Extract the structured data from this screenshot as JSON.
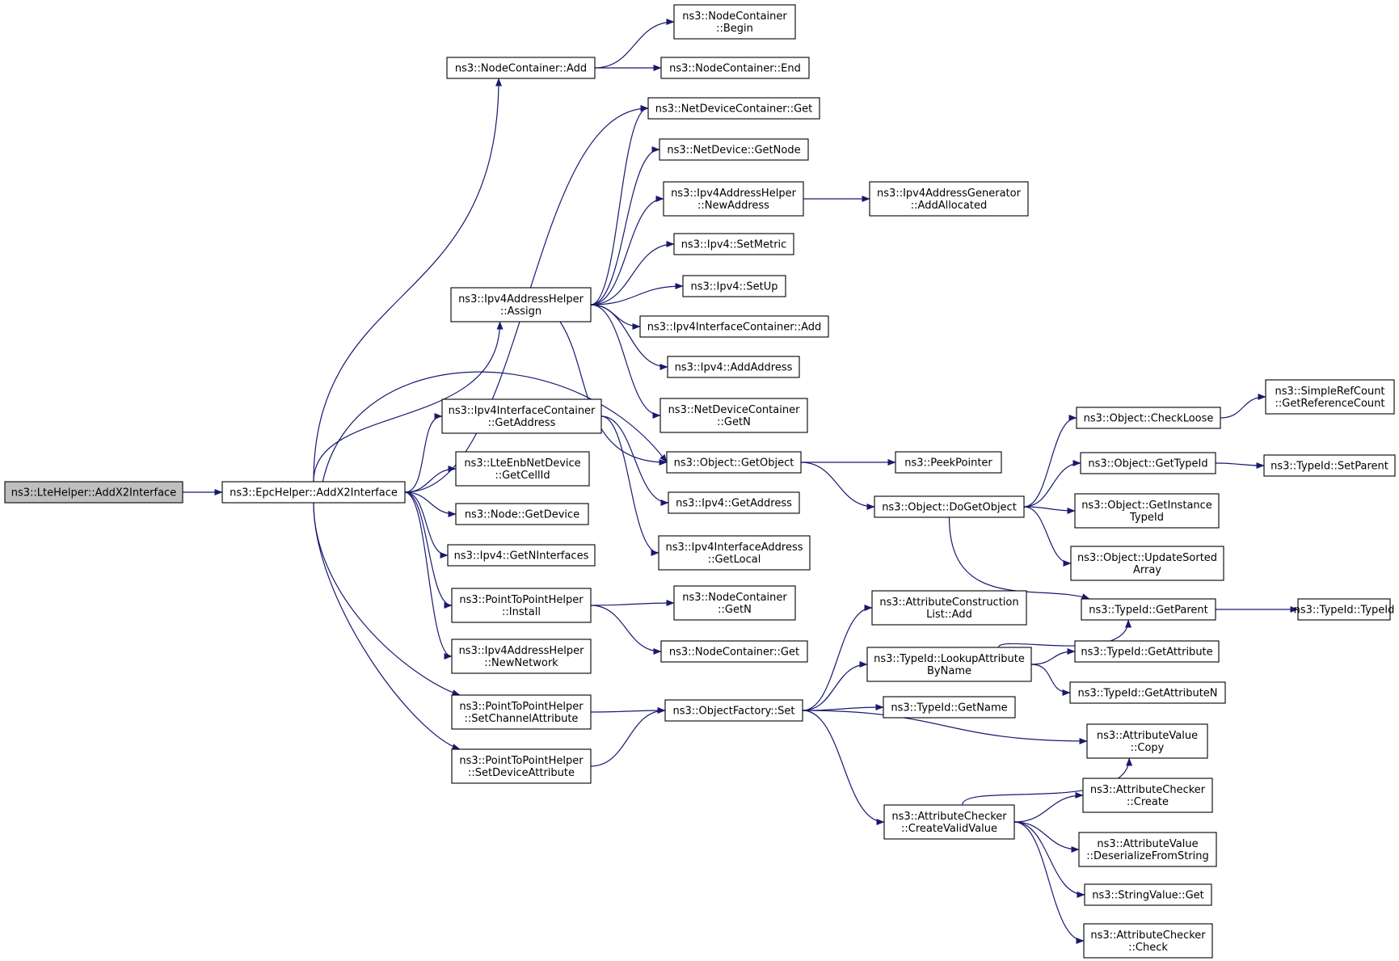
{
  "diagram": {
    "type": "call-graph",
    "root": "n_lte",
    "colors": {
      "edge": "#191970",
      "root_fill": "#bfbfbf",
      "node_fill": "#ffffff",
      "node_border": "#000000"
    },
    "nodes": [
      {
        "id": "n_lte",
        "lines": [
          "ns3::LteHelper::AddX2Interface"
        ],
        "root": true
      },
      {
        "id": "n_epc",
        "lines": [
          "ns3::EpcHelper::AddX2Interface"
        ]
      },
      {
        "id": "n_nc_add",
        "lines": [
          "ns3::NodeContainer::Add"
        ]
      },
      {
        "id": "n_nc_begin",
        "lines": [
          "ns3::NodeContainer",
          "::Begin"
        ]
      },
      {
        "id": "n_nc_end",
        "lines": [
          "ns3::NodeContainer::End"
        ]
      },
      {
        "id": "n_ndc_get",
        "lines": [
          "ns3::NetDeviceContainer::Get"
        ]
      },
      {
        "id": "n_nd_getnode",
        "lines": [
          "ns3::NetDevice::GetNode"
        ]
      },
      {
        "id": "n_iah_newaddr",
        "lines": [
          "ns3::Ipv4AddressHelper",
          "::NewAddress"
        ]
      },
      {
        "id": "n_iag_alloc",
        "lines": [
          "ns3::Ipv4AddressGenerator",
          "::AddAllocated"
        ]
      },
      {
        "id": "n_ipv4_setmetric",
        "lines": [
          "ns3::Ipv4::SetMetric"
        ]
      },
      {
        "id": "n_ipv4_setup",
        "lines": [
          "ns3::Ipv4::SetUp"
        ]
      },
      {
        "id": "n_iah_assign",
        "lines": [
          "ns3::Ipv4AddressHelper",
          "::Assign"
        ]
      },
      {
        "id": "n_iic_add",
        "lines": [
          "ns3::Ipv4InterfaceContainer::Add"
        ]
      },
      {
        "id": "n_ipv4_addaddr",
        "lines": [
          "ns3::Ipv4::AddAddress"
        ]
      },
      {
        "id": "n_ndc_getn",
        "lines": [
          "ns3::NetDeviceContainer",
          "::GetN"
        ]
      },
      {
        "id": "n_iic_getaddr",
        "lines": [
          "ns3::Ipv4InterfaceContainer",
          "::GetAddress"
        ]
      },
      {
        "id": "n_obj_getobject",
        "lines": [
          "ns3::Object::GetObject"
        ]
      },
      {
        "id": "n_peek",
        "lines": [
          "ns3::PeekPointer"
        ]
      },
      {
        "id": "n_lte_cellid",
        "lines": [
          "ns3::LteEnbNetDevice",
          "::GetCellId"
        ]
      },
      {
        "id": "n_ipv4_getaddr",
        "lines": [
          "ns3::Ipv4::GetAddress"
        ]
      },
      {
        "id": "n_node_getdevice",
        "lines": [
          "ns3::Node::GetDevice"
        ]
      },
      {
        "id": "n_iaddr_getlocal",
        "lines": [
          "ns3::Ipv4InterfaceAddress",
          "::GetLocal"
        ]
      },
      {
        "id": "n_ipv4_getnif",
        "lines": [
          "ns3::Ipv4::GetNInterfaces"
        ]
      },
      {
        "id": "n_p2p_install",
        "lines": [
          "ns3::PointToPointHelper",
          "::Install"
        ]
      },
      {
        "id": "n_nc_getn",
        "lines": [
          "ns3::NodeContainer",
          "::GetN"
        ]
      },
      {
        "id": "n_nc_get",
        "lines": [
          "ns3::NodeContainer::Get"
        ]
      },
      {
        "id": "n_iah_newnet",
        "lines": [
          "ns3::Ipv4AddressHelper",
          "::NewNetwork"
        ]
      },
      {
        "id": "n_p2p_chattr",
        "lines": [
          "ns3::PointToPointHelper",
          "::SetChannelAttribute"
        ]
      },
      {
        "id": "n_p2p_devattr",
        "lines": [
          "ns3::PointToPointHelper",
          "::SetDeviceAttribute"
        ]
      },
      {
        "id": "n_of_set",
        "lines": [
          "ns3::ObjectFactory::Set"
        ]
      },
      {
        "id": "n_obj_checkloose",
        "lines": [
          "ns3::Object::CheckLoose"
        ]
      },
      {
        "id": "n_src_getref",
        "lines": [
          "ns3::SimpleRefCount",
          "::GetReferenceCount"
        ]
      },
      {
        "id": "n_obj_gettypeid",
        "lines": [
          "ns3::Object::GetTypeId"
        ]
      },
      {
        "id": "n_tid_setparent",
        "lines": [
          "ns3::TypeId::SetParent"
        ]
      },
      {
        "id": "n_obj_dogetobject",
        "lines": [
          "ns3::Object::DoGetObject"
        ]
      },
      {
        "id": "n_obj_getinst",
        "lines": [
          "ns3::Object::GetInstance",
          "TypeId"
        ]
      },
      {
        "id": "n_obj_updsorted",
        "lines": [
          "ns3::Object::UpdateSorted",
          "Array"
        ]
      },
      {
        "id": "n_acl_add",
        "lines": [
          "ns3::AttributeConstruction",
          "List::Add"
        ]
      },
      {
        "id": "n_tid_getparent",
        "lines": [
          "ns3::TypeId::GetParent"
        ]
      },
      {
        "id": "n_tid_typeid",
        "lines": [
          "ns3::TypeId::TypeId"
        ]
      },
      {
        "id": "n_tid_lookup",
        "lines": [
          "ns3::TypeId::LookupAttribute",
          "ByName"
        ]
      },
      {
        "id": "n_tid_getattr",
        "lines": [
          "ns3::TypeId::GetAttribute"
        ]
      },
      {
        "id": "n_tid_getattrn",
        "lines": [
          "ns3::TypeId::GetAttributeN"
        ]
      },
      {
        "id": "n_tid_getname",
        "lines": [
          "ns3::TypeId::GetName"
        ]
      },
      {
        "id": "n_av_copy",
        "lines": [
          "ns3::AttributeValue",
          "::Copy"
        ]
      },
      {
        "id": "n_ac_create",
        "lines": [
          "ns3::AttributeChecker",
          "::Create"
        ]
      },
      {
        "id": "n_ac_createvalid",
        "lines": [
          "ns3::AttributeChecker",
          "::CreateValidValue"
        ]
      },
      {
        "id": "n_av_deser",
        "lines": [
          "ns3::AttributeValue",
          "::DeserializeFromString"
        ]
      },
      {
        "id": "n_sv_get",
        "lines": [
          "ns3::StringValue::Get"
        ]
      },
      {
        "id": "n_ac_check",
        "lines": [
          "ns3::AttributeChecker",
          "::Check"
        ]
      }
    ],
    "edges": [
      [
        "n_lte",
        "n_epc"
      ],
      [
        "n_epc",
        "n_nc_add"
      ],
      [
        "n_epc",
        "n_ndc_get"
      ],
      [
        "n_epc",
        "n_iah_assign"
      ],
      [
        "n_epc",
        "n_iic_getaddr"
      ],
      [
        "n_epc",
        "n_obj_getobject"
      ],
      [
        "n_epc",
        "n_lte_cellid"
      ],
      [
        "n_epc",
        "n_node_getdevice"
      ],
      [
        "n_epc",
        "n_ipv4_getnif"
      ],
      [
        "n_epc",
        "n_p2p_install"
      ],
      [
        "n_epc",
        "n_iah_newnet"
      ],
      [
        "n_epc",
        "n_p2p_chattr"
      ],
      [
        "n_epc",
        "n_p2p_devattr"
      ],
      [
        "n_nc_add",
        "n_nc_begin"
      ],
      [
        "n_nc_add",
        "n_nc_end"
      ],
      [
        "n_iah_assign",
        "n_ndc_get"
      ],
      [
        "n_iah_assign",
        "n_nd_getnode"
      ],
      [
        "n_iah_assign",
        "n_iah_newaddr"
      ],
      [
        "n_iah_assign",
        "n_ipv4_setmetric"
      ],
      [
        "n_iah_assign",
        "n_ipv4_setup"
      ],
      [
        "n_iah_assign",
        "n_iic_add"
      ],
      [
        "n_iah_assign",
        "n_ipv4_addaddr"
      ],
      [
        "n_iah_assign",
        "n_ndc_getn"
      ],
      [
        "n_iah_assign",
        "n_obj_getobject"
      ],
      [
        "n_iah_newaddr",
        "n_iag_alloc"
      ],
      [
        "n_iic_getaddr",
        "n_ipv4_getaddr"
      ],
      [
        "n_iic_getaddr",
        "n_iaddr_getlocal"
      ],
      [
        "n_obj_getobject",
        "n_peek"
      ],
      [
        "n_obj_getobject",
        "n_obj_dogetobject"
      ],
      [
        "n_p2p_install",
        "n_nc_getn"
      ],
      [
        "n_p2p_install",
        "n_nc_get"
      ],
      [
        "n_p2p_chattr",
        "n_of_set"
      ],
      [
        "n_p2p_devattr",
        "n_of_set"
      ],
      [
        "n_obj_dogetobject",
        "n_obj_checkloose"
      ],
      [
        "n_obj_dogetobject",
        "n_obj_gettypeid"
      ],
      [
        "n_obj_dogetobject",
        "n_obj_getinst"
      ],
      [
        "n_obj_dogetobject",
        "n_obj_updsorted"
      ],
      [
        "n_obj_dogetobject",
        "n_tid_getparent"
      ],
      [
        "n_obj_checkloose",
        "n_src_getref"
      ],
      [
        "n_obj_gettypeid",
        "n_tid_setparent"
      ],
      [
        "n_of_set",
        "n_acl_add"
      ],
      [
        "n_of_set",
        "n_tid_lookup"
      ],
      [
        "n_of_set",
        "n_tid_getname"
      ],
      [
        "n_of_set",
        "n_av_copy"
      ],
      [
        "n_of_set",
        "n_ac_createvalid"
      ],
      [
        "n_tid_lookup",
        "n_tid_getparent"
      ],
      [
        "n_tid_lookup",
        "n_tid_getattr"
      ],
      [
        "n_tid_lookup",
        "n_tid_getattrn"
      ],
      [
        "n_tid_getparent",
        "n_tid_typeid"
      ],
      [
        "n_ac_createvalid",
        "n_av_copy"
      ],
      [
        "n_ac_createvalid",
        "n_ac_create"
      ],
      [
        "n_ac_createvalid",
        "n_av_deser"
      ],
      [
        "n_ac_createvalid",
        "n_sv_get"
      ],
      [
        "n_ac_createvalid",
        "n_ac_check"
      ]
    ]
  }
}
